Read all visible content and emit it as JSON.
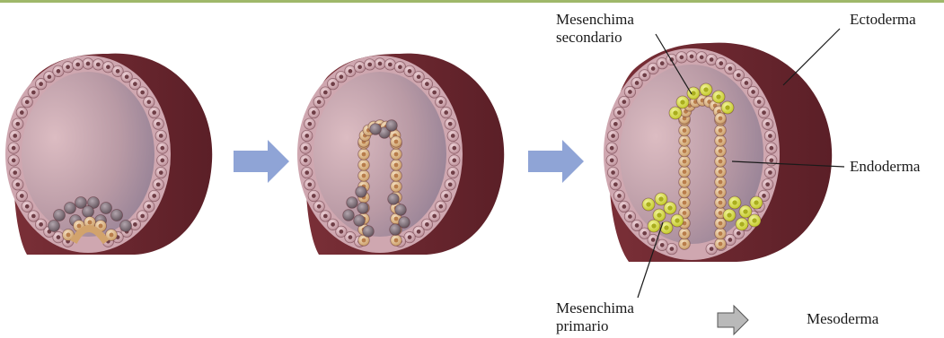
{
  "labels": {
    "mesenchima_secondario": [
      "Mesenchima",
      "secondario"
    ],
    "ectoderma": "Ectoderma",
    "endoderma": "Endoderma",
    "mesenchima_primario": [
      "Mesenchima",
      "primario"
    ],
    "mesoderma": "Mesoderma"
  },
  "colors": {
    "top_rule": "#9fb86a",
    "embryo_outer": "#6b2a31",
    "embryo_dark": "#5a1f26",
    "blastocoel_light": "#d9b7bd",
    "blastocoel_dark": "#8e7f95",
    "ecto_cell": "#c99aa3",
    "ecto_nucleus": "#6f3e46",
    "endo_cell": "#d7b48a",
    "endo_nucleus": "#b87c4a",
    "mesenchyme_yellow": "#d9e23a",
    "mesenchyme_grey": "#7d6f78",
    "process_arrow": "#8fa4d6",
    "legend_arrow": "#b9b9b9"
  },
  "icons": {
    "process_arrow_1": "right-arrow-icon",
    "process_arrow_2": "right-arrow-icon",
    "legend_arrow": "right-arrow-icon"
  }
}
